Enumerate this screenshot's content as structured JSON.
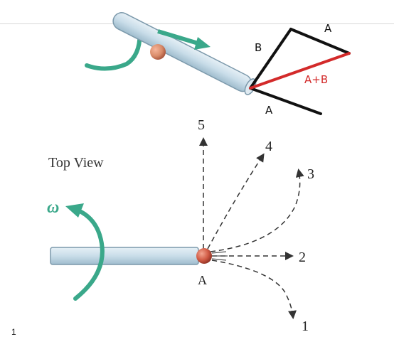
{
  "colors": {
    "accent_green": "#3aa88a",
    "vector_black": "#111111",
    "vector_red": "#d32a2a",
    "rod_fill": "#c9dde9",
    "rod_edge": "#7c99ab",
    "ball": "#d98c6a",
    "ball_dark": "#c0503a",
    "dashed": "#333333"
  },
  "vector_diagram": {
    "label_a_top": "A",
    "label_b": "B",
    "label_sum": "A+B",
    "label_a_bottom": "A"
  },
  "top_view": {
    "title": "Top View",
    "omega": "ω",
    "point_label": "A",
    "paths": [
      "5",
      "4",
      "3",
      "2",
      "1"
    ]
  },
  "footer": {
    "page_number": "1"
  }
}
